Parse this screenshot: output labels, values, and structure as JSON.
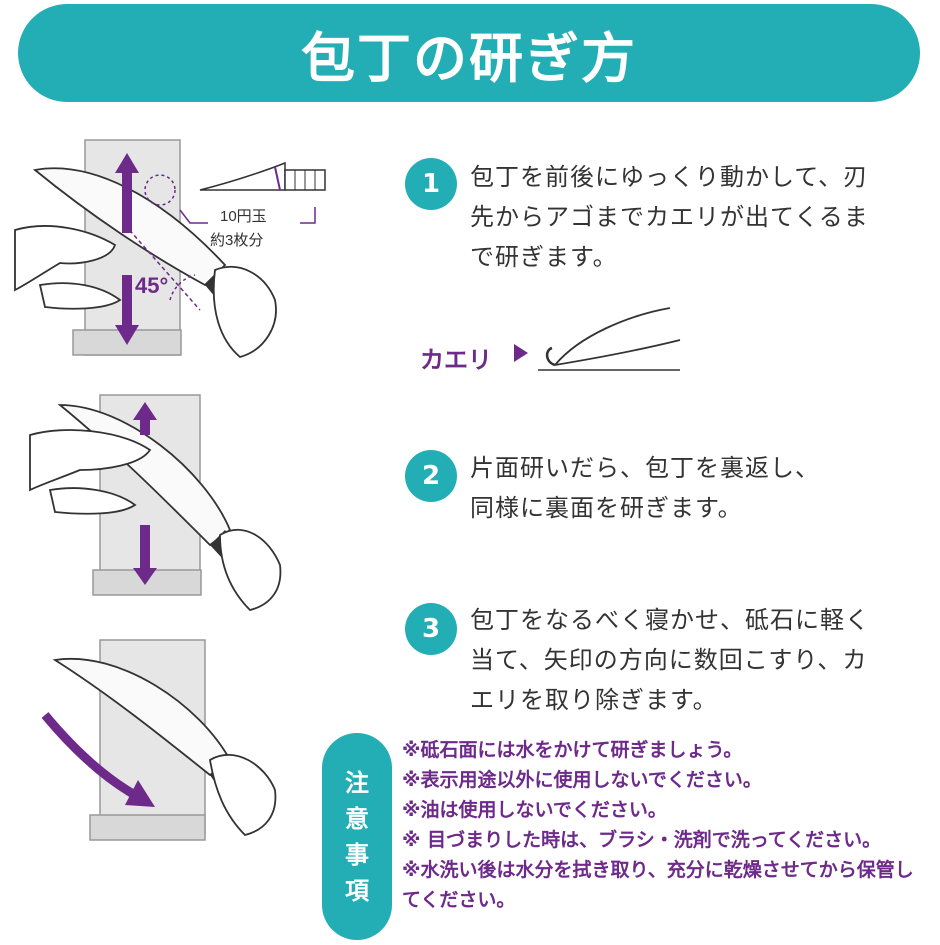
{
  "title": "包丁の研ぎ方",
  "steps": [
    {
      "number": "1",
      "lines": [
        "包丁を前後にゆっくり動かして、刃",
        "先からアゴまでカエリが出てくるま",
        "で研ぎます。"
      ]
    },
    {
      "number": "2",
      "lines": [
        "片面研いだら、包丁を裏返し、",
        "同様に裏面を研ぎます。"
      ]
    },
    {
      "number": "3",
      "lines": [
        "包丁をなるべく寝かせ、砥石に軽く",
        "当て、矢印の方向に数回こすり、カ",
        "エリを取り除ぎます。"
      ]
    }
  ],
  "illustration1": {
    "coin_label_line1": "10円玉",
    "coin_label_line2": "約3枚分",
    "angle_label": "45°"
  },
  "kaeri_label": "カエリ",
  "notes_heading": [
    "注",
    "意",
    "事",
    "項"
  ],
  "notes": [
    "※砥石面には水をかけて研ぎましょう。",
    "※表示用途以外に使用しないでください。",
    "※油は使用しないでください。",
    "※ 目づまりした時は、ブラシ・洗剤で洗ってください。",
    "※水洗い後は水分を拭き取り、充分に乾燥させてから保管してください。"
  ],
  "colors": {
    "accent": "#22aeb4",
    "purple": "#6e2a8a",
    "text": "#333333"
  }
}
